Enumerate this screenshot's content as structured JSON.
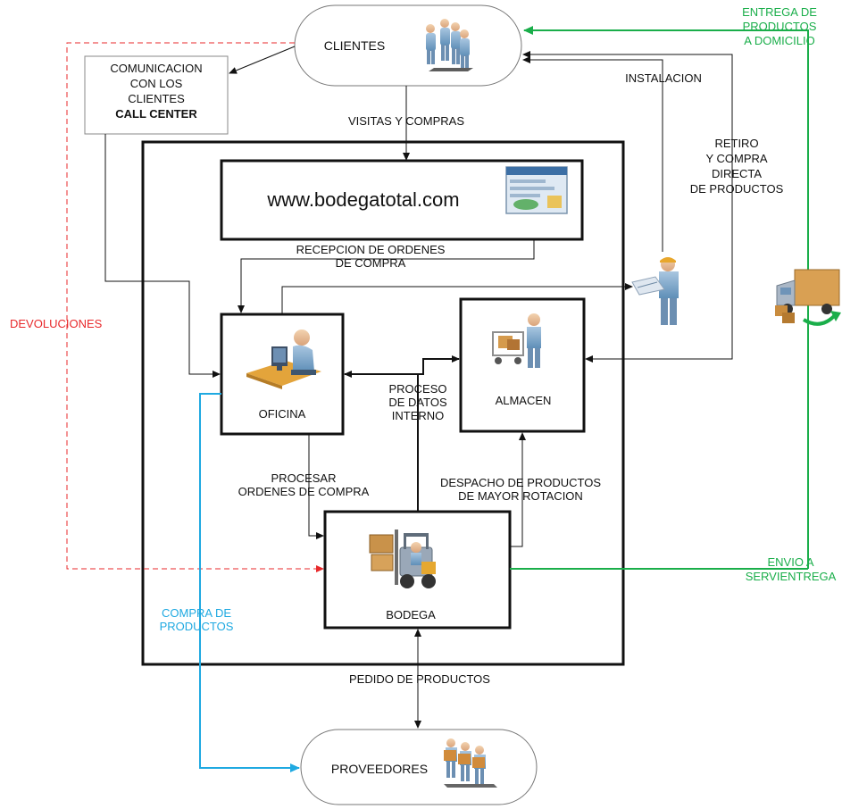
{
  "nodes": {
    "clientes": "CLIENTES",
    "proveedores": "PROVEEDORES",
    "call_center_line1": "COMUNICACION",
    "call_center_line2": "CON LOS",
    "call_center_line3": "CLIENTES",
    "call_center_line4": "CALL CENTER",
    "website": "www.bodegatotal.com",
    "oficina": "OFICINA",
    "almacen": "ALMACEN",
    "bodega": "BODEGA"
  },
  "edges": {
    "visitas": "VISITAS Y COMPRAS",
    "recepcion_line1": "RECEPCION DE ORDENES",
    "recepcion_line2": "DE COMPRA",
    "instalacion": "INSTALACION",
    "retiro_line1": "RETIRO",
    "retiro_line2": "Y COMPRA",
    "retiro_line3": "DIRECTA",
    "retiro_line4": "DE PRODUCTOS",
    "entrega_line1": "ENTREGA DE",
    "entrega_line2": "PRODUCTOS",
    "entrega_line3": "A DOMICILIO",
    "devoluciones": "DEVOLUCIONES",
    "proceso_line1": "PROCESO",
    "proceso_line2": "DE DATOS",
    "proceso_line3": "INTERNO",
    "procesar_line1": "PROCESAR",
    "procesar_line2": "ORDENES DE COMPRA",
    "despacho_line1": "DESPACHO DE PRODUCTOS",
    "despacho_line2": "DE MAYOR ROTACION",
    "envio_line1": "ENVIO A",
    "envio_line2": "SERVIENTREGA",
    "compra_line1": "COMPRA DE",
    "compra_line2": "PRODUCTOS",
    "pedido": "PEDIDO DE PRODUCTOS"
  },
  "colors": {
    "green": "#1aae4a",
    "red": "#e8292b",
    "blue": "#1fa9e1",
    "black": "#111111"
  },
  "icons": [
    "people-group-icon",
    "web-page-icon",
    "office-worker-icon",
    "shopping-cart-worker-icon",
    "forklift-icon",
    "installer-worker-icon",
    "delivery-truck-icon",
    "suppliers-group-icon"
  ]
}
